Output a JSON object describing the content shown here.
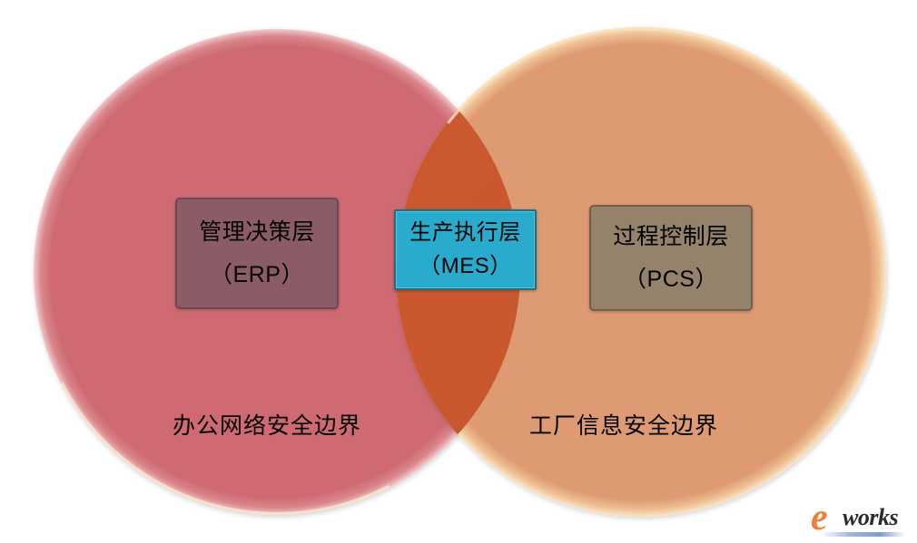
{
  "diagram": {
    "title_implicit": "",
    "background_color": "#ffffff",
    "left_circle": {
      "color": "#cf6a73",
      "caption": "办公网络安全边界"
    },
    "right_circle": {
      "color": "#de9a72",
      "caption": "工厂信息安全边界"
    },
    "overlap": {
      "color": "#c9572f"
    },
    "boxes": [
      {
        "id": "erp",
        "line1": "管理决策层",
        "line2": "（ERP）",
        "fill": "#8c5c66",
        "border": "#6e4852"
      },
      {
        "id": "mes",
        "line1": "生产执行层",
        "line2": "（MES）",
        "fill": "#29abce",
        "border": "#1b6f87"
      },
      {
        "id": "pcs",
        "line1": "过程控制层",
        "line2": "（PCS）",
        "fill": "#94826b",
        "border": "#6f6150"
      }
    ]
  },
  "logo": {
    "mark": "e",
    "word": "works",
    "accent_color": "#ef7f3a",
    "word_color": "#2b2b2b",
    "bar_color": "#8ea7d0"
  }
}
